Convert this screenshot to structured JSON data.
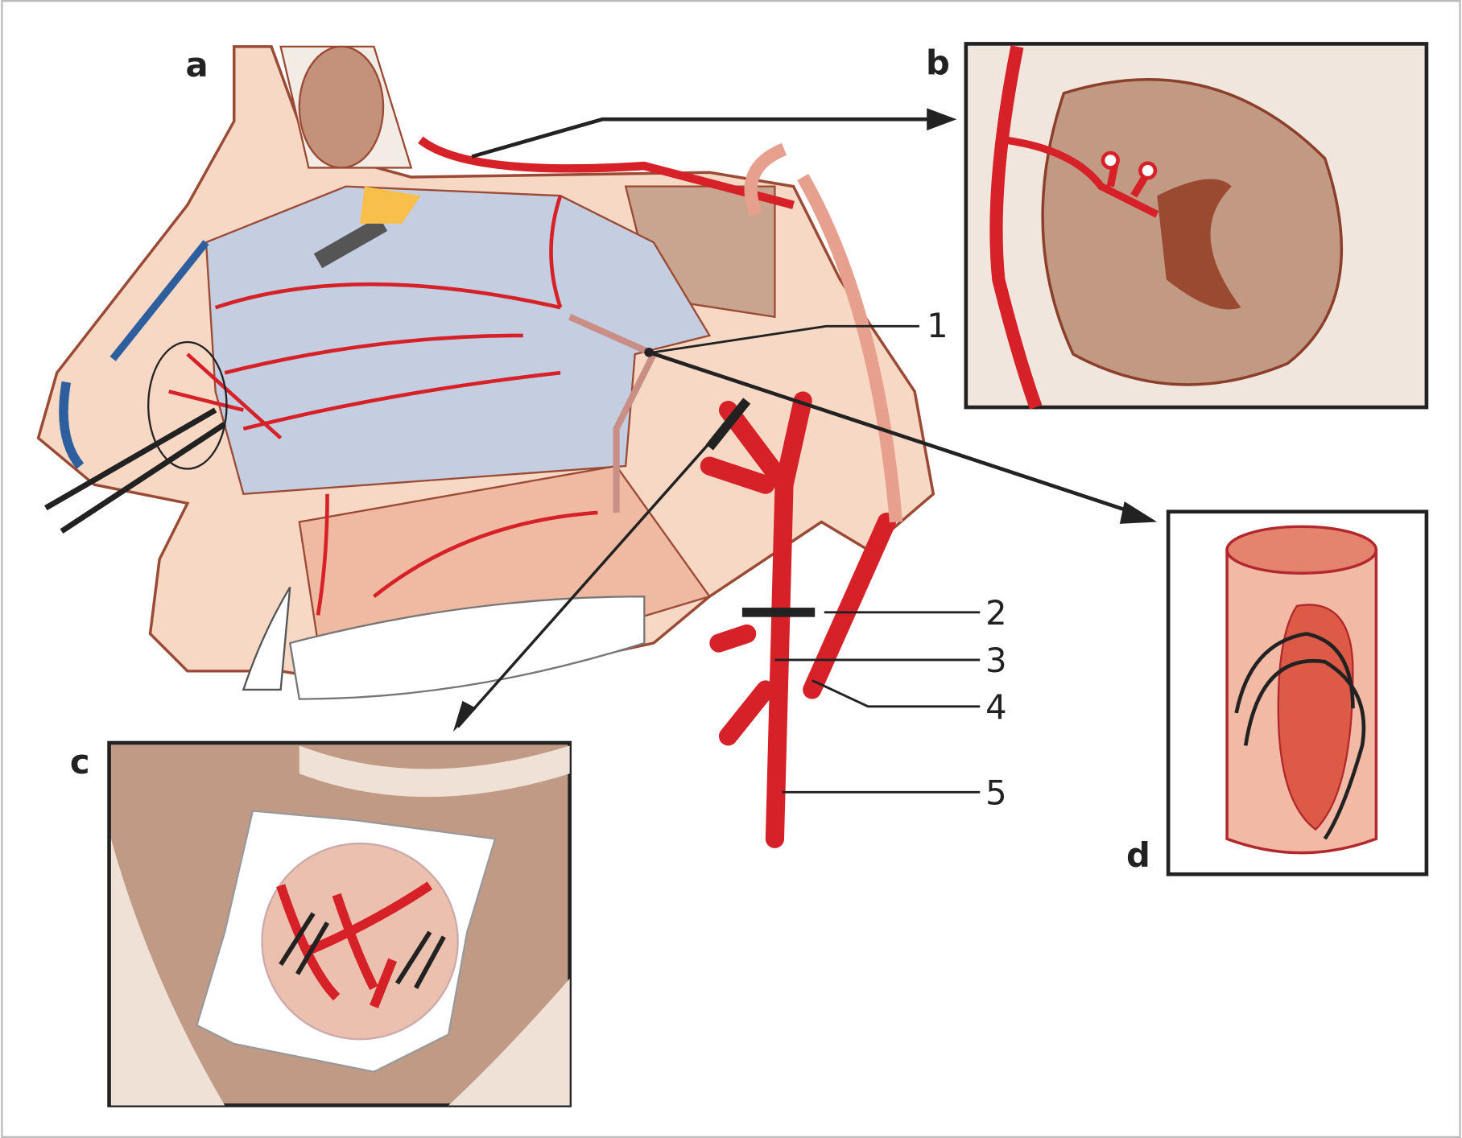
{
  "panels": {
    "a": "a",
    "b": "b",
    "c": "c",
    "d": "d"
  },
  "labels": [
    "1",
    "2",
    "3",
    "4",
    "5"
  ],
  "colors": {
    "artery": "#d62128",
    "mucosa": "#c5cde0",
    "skin": "#f6d8c4",
    "bone": "#f3ece4",
    "tissue": "#b58a74",
    "frame": "#222222"
  }
}
